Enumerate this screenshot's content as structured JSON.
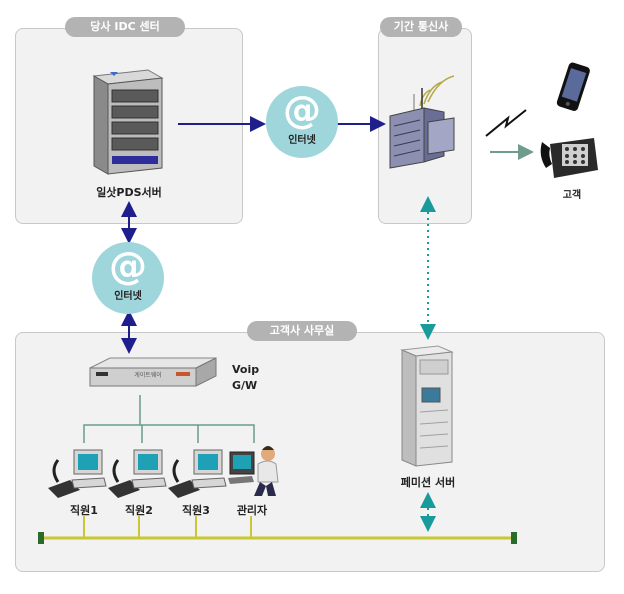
{
  "panels": {
    "idc": "당사 IDC 센터",
    "carrier": "기간 통신사",
    "office": "고객사 사무실"
  },
  "nodes": {
    "pds_server": "일삿PDS서버",
    "internet": "인터넷",
    "internet_symbol": "@",
    "customer": "고객",
    "voip_gw": "Voip\nG/W",
    "fax_server": "페미션 서버",
    "gateway_device_text": "게이트웨이",
    "staff": [
      "직원1",
      "직원2",
      "직원3"
    ],
    "admin": "관리자"
  },
  "colors": {
    "panel_bg": "#f2f2f2",
    "pill_bg": "#b3b3b3",
    "internet_circle": "#9fd6dc",
    "arrow_navy": "#1e1e8c",
    "arrow_teal": "#1a9b9b",
    "lan_line": "#c8c832"
  }
}
